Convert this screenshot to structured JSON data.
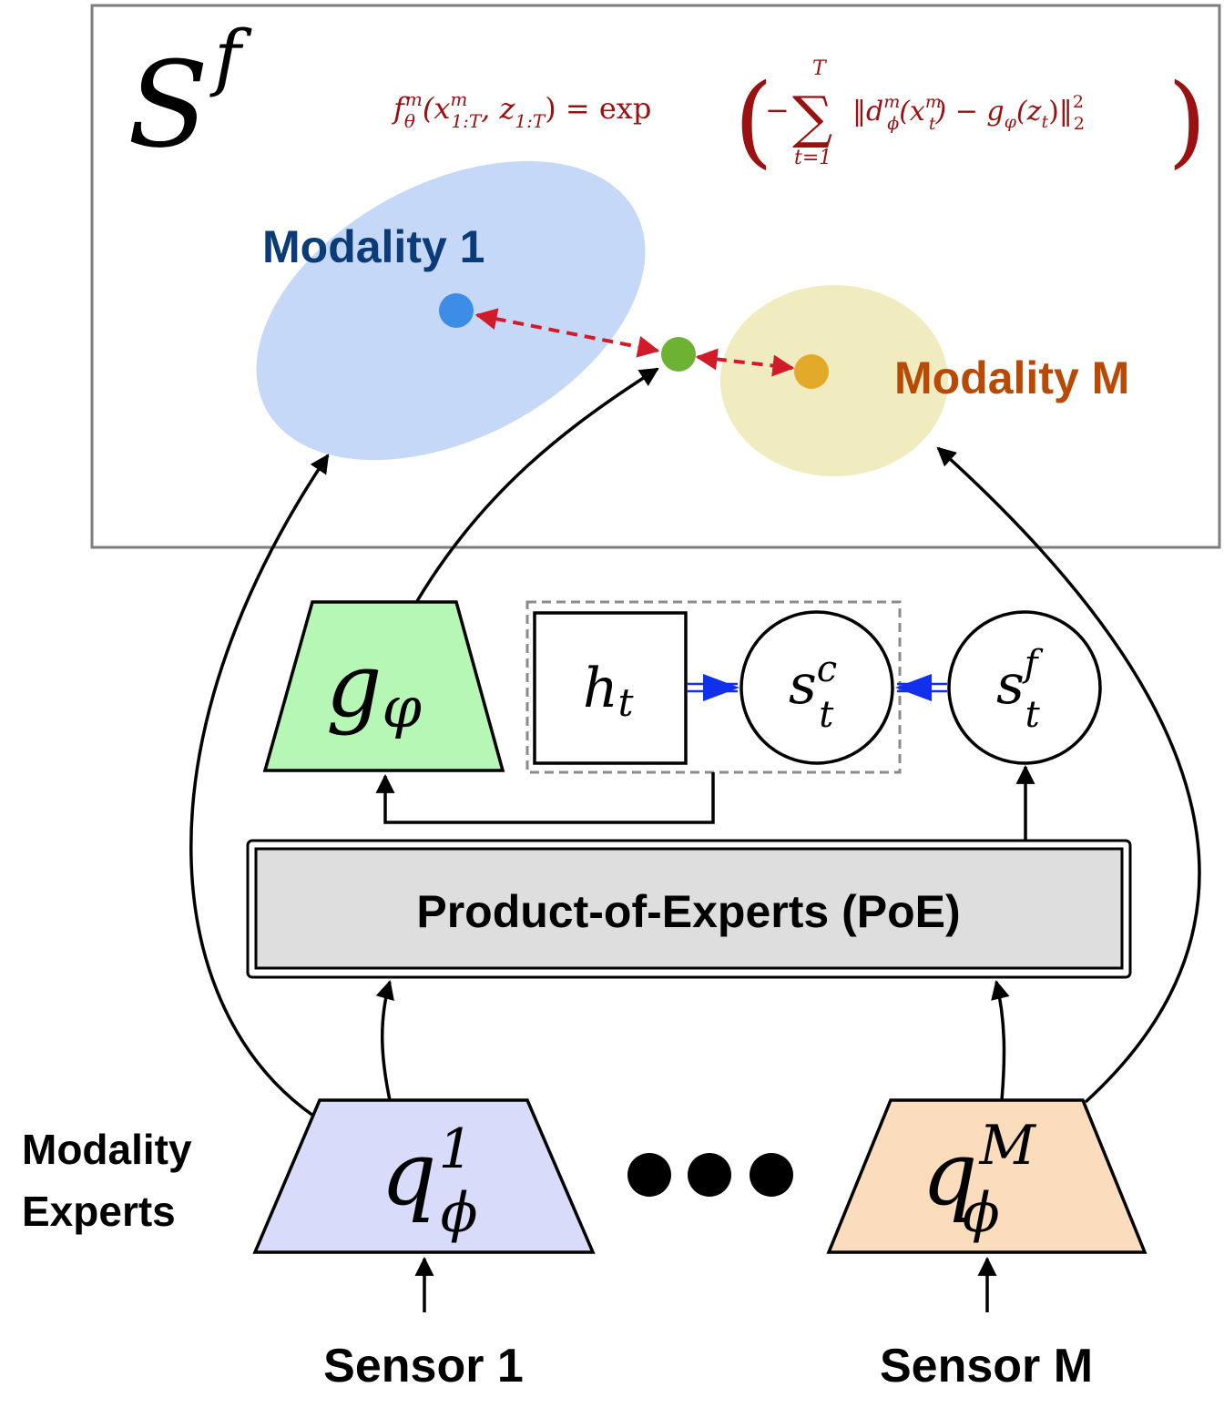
{
  "space": {
    "symbol": "S",
    "superscript": "f"
  },
  "formula": {
    "lhs_f": "f",
    "lhs_sub": "θ",
    "lhs_sup": "m",
    "lhs_args_open": "(x",
    "lhs_x_sup": "m",
    "lhs_x_sub": "1:T",
    "lhs_mid": ", z",
    "lhs_z_sub": "1:T",
    "lhs_close": ") = exp",
    "big_open": "(",
    "minus": "−",
    "sum": "∑",
    "sum_top": "T",
    "sum_bottom": "t=1",
    "norm_open": "‖d",
    "d_sup": "m",
    "d_sub": "ϕ",
    "d_args": "(x",
    "dx_sup": "m",
    "dx_sub": "t",
    "minus2": ") − g",
    "g_sub": "φ",
    "g_args": "(z",
    "gz_sub": "t",
    "norm_close": ")‖",
    "norm_sup": "2",
    "norm_sub": "2",
    "big_close": ")"
  },
  "modality1_label": "Modality 1",
  "modalityM_label": "Modality M",
  "g_node": {
    "main": "g",
    "sub": "φ"
  },
  "h_node": {
    "main": "h",
    "sub": "t"
  },
  "sc_node": {
    "main": "s",
    "sup": "c",
    "sub": "t"
  },
  "sf_node": {
    "main": "s",
    "sup": "f",
    "sub": "t"
  },
  "poe_label": "Product-of-Experts (PoE)",
  "q1_node": {
    "main": "q",
    "sup": "1",
    "sub": "ϕ"
  },
  "qM_node": {
    "main": "q",
    "sup": "M",
    "sub": "ϕ"
  },
  "experts_label": {
    "line1": "Modality",
    "line2": "Experts"
  },
  "sensor1_label": "Sensor 1",
  "sensorM_label": "Sensor M",
  "colors": {
    "modality1_ellipse": "#c6d8f8",
    "modalityM_ellipse": "#f1ecbf",
    "modality1_text": "#0b3c78",
    "modalityM_text": "#b84a06",
    "point_blue": "#3d8ce6",
    "point_green": "#6db233",
    "point_orange": "#e3a928",
    "dashed_red": "#d11a2a",
    "formula_text": "#9b1010",
    "g_fill": "#b6f7b6",
    "poe_fill": "#dedede",
    "q1_fill": "#d8dcfa",
    "qM_fill": "#fbdcbc",
    "blue_arrow": "#1030ee"
  }
}
